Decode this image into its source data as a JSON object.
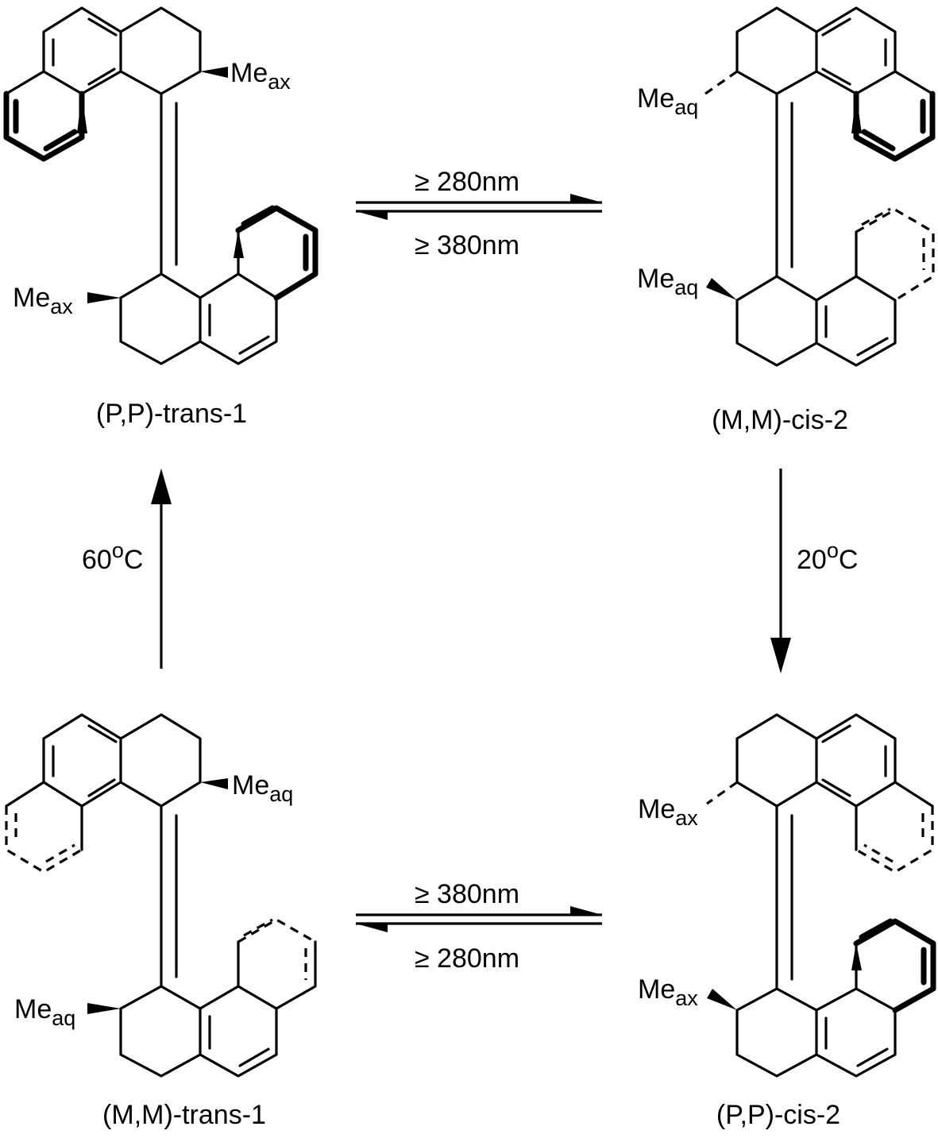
{
  "compounds": {
    "tl": {
      "name": "(P,P)-trans-1",
      "me_top": "Me",
      "me_top_sub": "ax",
      "me_bottom": "Me",
      "me_bottom_sub": "ax"
    },
    "tr": {
      "name": "(M,M)-cis-2",
      "me_top": "Me",
      "me_top_sub": "aq",
      "me_bottom": "Me",
      "me_bottom_sub": "aq"
    },
    "bl": {
      "name": "(M,M)-trans-1",
      "me_top": "Me",
      "me_top_sub": "aq",
      "me_bottom": "Me",
      "me_bottom_sub": "aq"
    },
    "br": {
      "name": "(P,P)-cis-2",
      "me_top": "Me",
      "me_top_sub": "ax",
      "me_bottom": "Me",
      "me_bottom_sub": "ax"
    }
  },
  "conditions": {
    "top_forward": "≥ 280nm",
    "top_reverse": "≥ 380nm",
    "bottom_forward": "≥ 380nm",
    "bottom_reverse": "≥ 280nm",
    "left_temp": "60",
    "left_unit": "C",
    "right_temp": "20",
    "right_unit": "C",
    "degree": "o"
  }
}
